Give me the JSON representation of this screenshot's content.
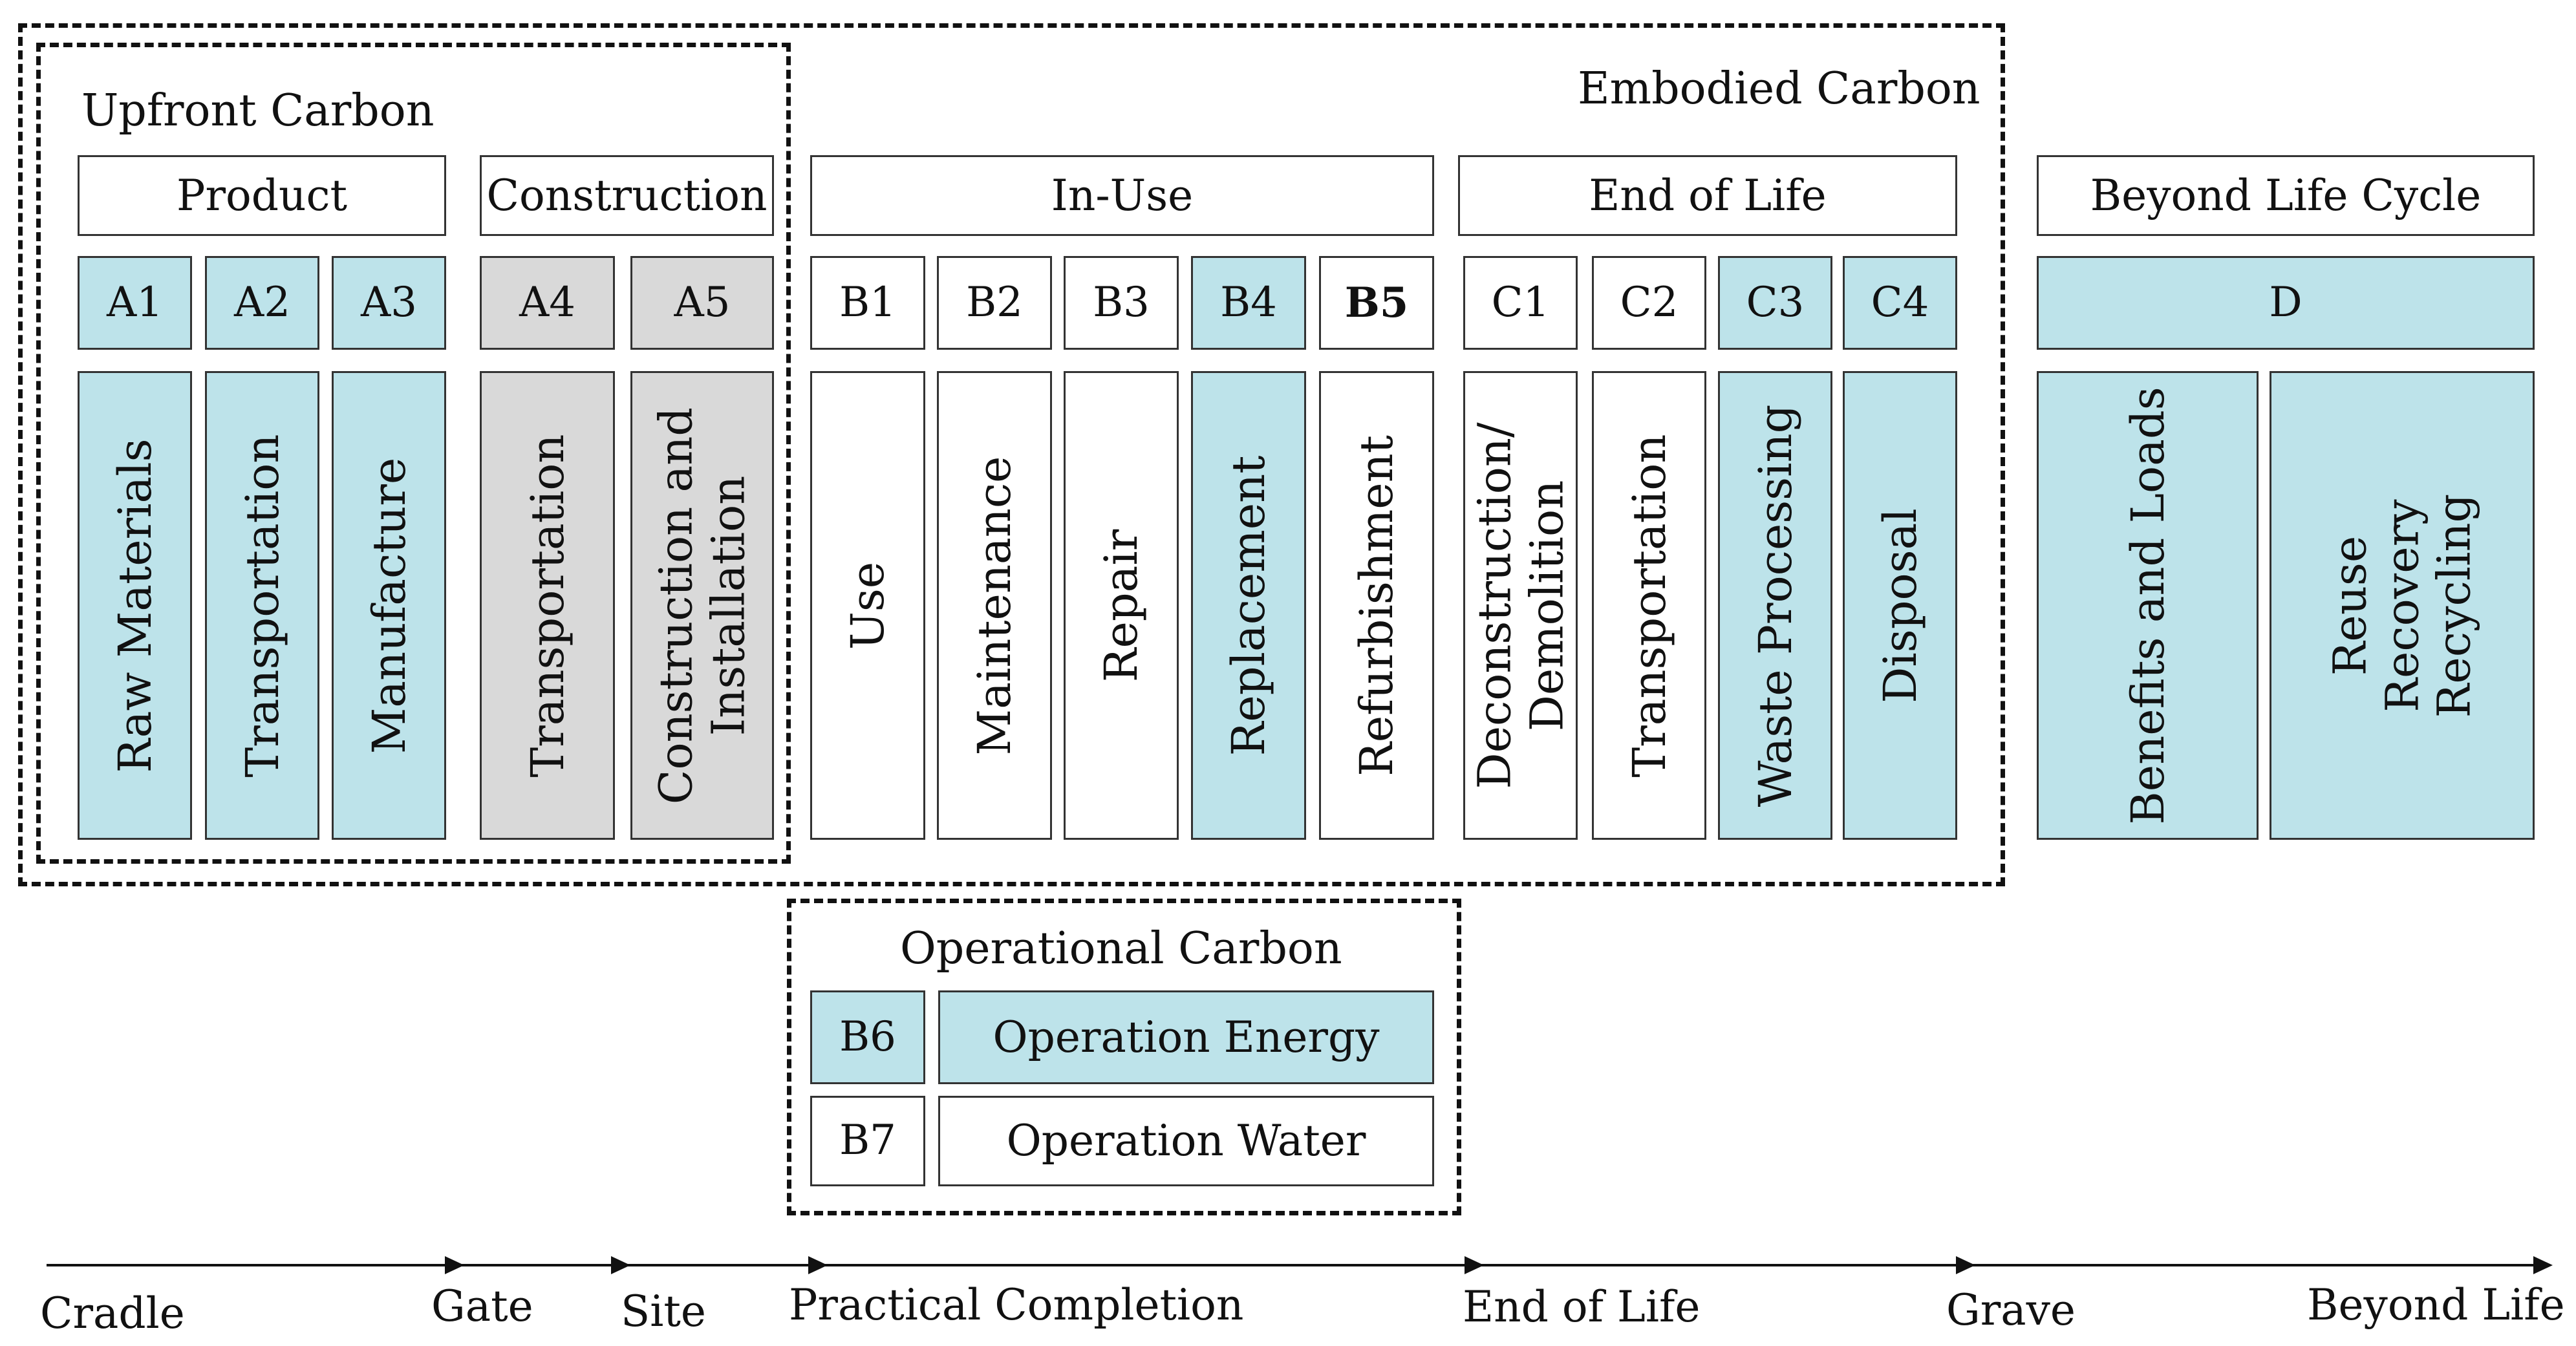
{
  "groups": {
    "embodied": "Embodied Carbon",
    "upfront": "Upfront Carbon",
    "operational": "Operational Carbon"
  },
  "stages": {
    "product": "Product",
    "construction": "Construction",
    "in_use": "In-Use",
    "end_of_life": "End of Life",
    "beyond": "Beyond Life Cycle"
  },
  "modules": [
    {
      "code": "A1",
      "label": "Raw Materials"
    },
    {
      "code": "A2",
      "label": "Transportation"
    },
    {
      "code": "A3",
      "label": "Manufacture"
    },
    {
      "code": "A4",
      "label": "Transportation"
    },
    {
      "code": "A5",
      "label": "Construction and",
      "label2": "Installation"
    },
    {
      "code": "B1",
      "label": "Use"
    },
    {
      "code": "B2",
      "label": "Maintenance"
    },
    {
      "code": "B3",
      "label": "Repair"
    },
    {
      "code": "B4",
      "label": "Replacement"
    },
    {
      "code": "B5",
      "label": "Refurbishment"
    },
    {
      "code": "C1",
      "label": "Deconstruction/",
      "label2": "Demolition"
    },
    {
      "code": "C2",
      "label": "Transportation"
    },
    {
      "code": "C3",
      "label": "Waste Processing"
    },
    {
      "code": "C4",
      "label": "Disposal"
    }
  ],
  "module_d": {
    "code": "D",
    "label1": "Benefits and Loads",
    "label2": [
      "Reuse",
      "Recovery",
      "Recycling"
    ]
  },
  "operational": [
    {
      "code": "B6",
      "label": "Operation Energy"
    },
    {
      "code": "B7",
      "label": "Operation Water"
    }
  ],
  "timeline": [
    "Cradle",
    "Gate",
    "Site",
    "Practical Completion",
    "End of Life",
    "Grave",
    "Beyond Life"
  ],
  "colors": {
    "blue_fill": "#bde3ea",
    "gray_fill": "#d9d9d9",
    "outline": "#111111"
  }
}
